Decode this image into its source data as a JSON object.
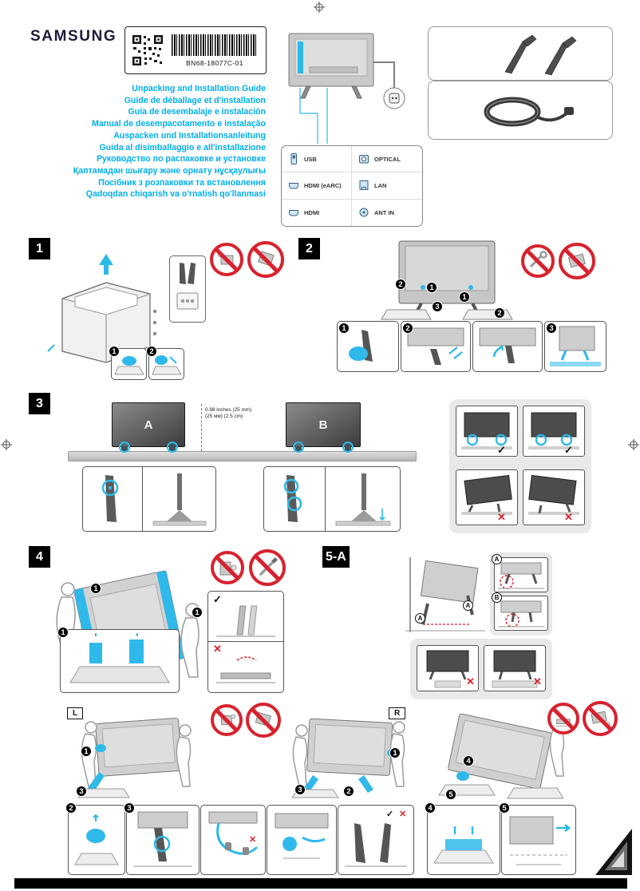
{
  "colors": {
    "accent_cyan": "#00aeef",
    "highlight_cyan": "#2fb9ea",
    "prohibit_red": "#d8222e",
    "tv_gray": "#4a4a4a",
    "panel_gray": "#e9e9e9"
  },
  "header": {
    "brand": "SAMSUNG",
    "part_number": "BN68-18077C-01",
    "titles": [
      "Unpacking and Installation Guide",
      "Guide de déballage et d'installation",
      "Guía de desembalaje e instalación",
      "Manual de desempacotamento e instalação",
      "Auspacken und Installationsanleitung",
      "Guida al disimballaggio e all'installazione",
      "Руководство по распаковке и установке",
      "Қаптамадан шығару және орнату нұсқаулығы",
      "Посібник з розпаковки та встановлення",
      "Qadoqdan chiqarish va o'rnatish qo'llanmasi"
    ],
    "ports": [
      {
        "icon": "usb-port-icon",
        "label": "USB"
      },
      {
        "icon": "optical-port-icon",
        "label": "OPTICAL"
      },
      {
        "icon": "hdmi-earc-port-icon",
        "label": "HDMI (eARC)"
      },
      {
        "icon": "lan-port-icon",
        "label": "LAN"
      },
      {
        "icon": "hdmi-port-icon",
        "label": "HDMI"
      },
      {
        "icon": "antenna-port-icon",
        "label": "ANT IN"
      }
    ]
  },
  "steps": {
    "n1": "1",
    "n2": "2",
    "n3": "3",
    "n4": "4",
    "n5": "5"
  },
  "sections": {
    "one": {
      "number": "1"
    },
    "two": {
      "number": "2"
    },
    "three": {
      "number": "3",
      "tv_a_label": "A",
      "tv_b_label": "B",
      "measurement_line1": "0.98 inches (25 mm)",
      "measurement_line2": "(25 мм) (2.5 cm)"
    },
    "four": {
      "number": "4"
    },
    "five": {
      "number": "5-A",
      "pos_a": "A",
      "pos_b": "B"
    },
    "carry": {
      "left_label": "L",
      "right_label": "R"
    }
  },
  "marks": {
    "check": "✓",
    "cross": "✕"
  }
}
